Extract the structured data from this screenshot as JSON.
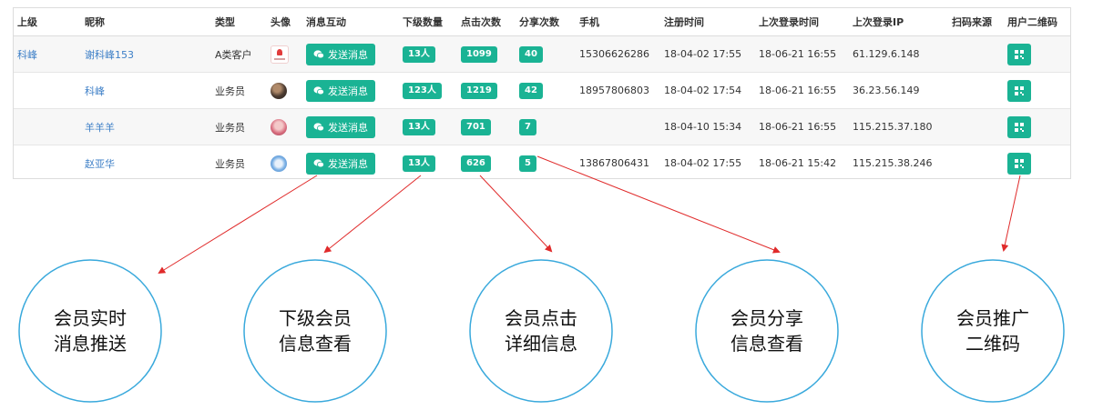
{
  "table": {
    "headers": [
      "上级",
      "昵称",
      "类型",
      "头像",
      "消息互动",
      "下级数量",
      "点击次数",
      "分享次数",
      "手机",
      "注册时间",
      "上次登录时间",
      "上次登录IP",
      "扫码来源",
      "用户二维码"
    ],
    "send_button_label": "发送消息",
    "rows": [
      {
        "superior": "科峰",
        "nickname": "谢科峰153",
        "type": "A类客户",
        "avatar": "logo",
        "sub_count": "13人",
        "clicks": "1099",
        "shares": "40",
        "phone": "15306626286",
        "registered": "18-04-02 17:55",
        "last_login": "18-06-21 16:55",
        "last_ip": "61.129.6.148",
        "scan_source": ""
      },
      {
        "superior": "",
        "nickname": "科峰",
        "type": "业务员",
        "avatar": "dark",
        "sub_count": "123人",
        "clicks": "1219",
        "shares": "42",
        "phone": "18957806803",
        "registered": "18-04-02 17:54",
        "last_login": "18-06-21 16:55",
        "last_ip": "36.23.56.149",
        "scan_source": ""
      },
      {
        "superior": "",
        "nickname": "羊羊羊",
        "type": "业务员",
        "avatar": "pink",
        "sub_count": "13人",
        "clicks": "701",
        "shares": "7",
        "phone": "",
        "registered": "18-04-10 15:34",
        "last_login": "18-06-21 16:55",
        "last_ip": "115.215.37.180",
        "scan_source": ""
      },
      {
        "superior": "",
        "nickname": "赵亚华",
        "type": "业务员",
        "avatar": "blue",
        "sub_count": "13人",
        "clicks": "626",
        "shares": "5",
        "phone": "13867806431",
        "registered": "18-04-02 17:55",
        "last_login": "18-06-21 15:42",
        "last_ip": "115.215.38.246",
        "scan_source": ""
      }
    ]
  },
  "callouts": [
    {
      "line1": "会员实时",
      "line2": "消息推送"
    },
    {
      "line1": "下级会员",
      "line2": "信息查看"
    },
    {
      "line1": "会员点击",
      "line2": "详细信息"
    },
    {
      "line1": "会员分享",
      "line2": "信息查看"
    },
    {
      "line1": "会员推广",
      "line2": "二维码"
    }
  ],
  "colors": {
    "accent": "#1ab394",
    "link": "#3d7fc7",
    "arrow": "#e02a2a",
    "circle": "#39a9dc"
  }
}
